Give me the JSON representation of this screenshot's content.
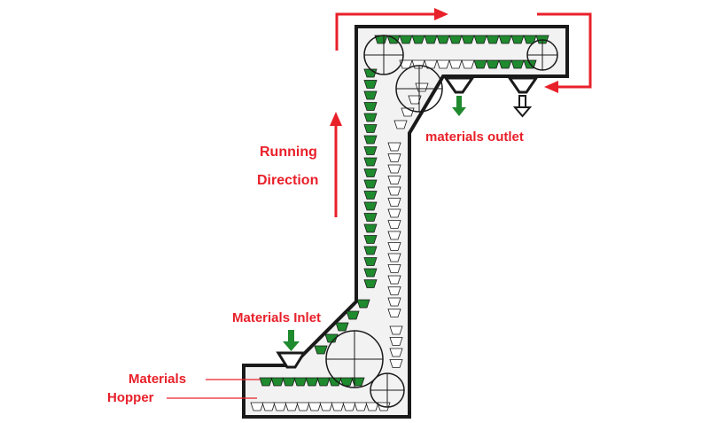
{
  "labels": {
    "running_line1": "Running",
    "running_line2": "Direction",
    "outlet": "materials outlet",
    "inlet": "Materials Inlet",
    "hopper_line1": "Materials",
    "hopper_line2": "Hopper"
  },
  "colors": {
    "label_red": "#e8202a",
    "arrow_red": "#e8202a",
    "bucket_green": "#1f8a2e",
    "outline": "#1a1a1a",
    "casing_fill": "#f2f2f2"
  },
  "icons": {
    "up_arrow": "arrow-up-icon",
    "inlet_arrow": "arrow-down-icon",
    "outlet_arrow": "arrow-down-icon"
  }
}
